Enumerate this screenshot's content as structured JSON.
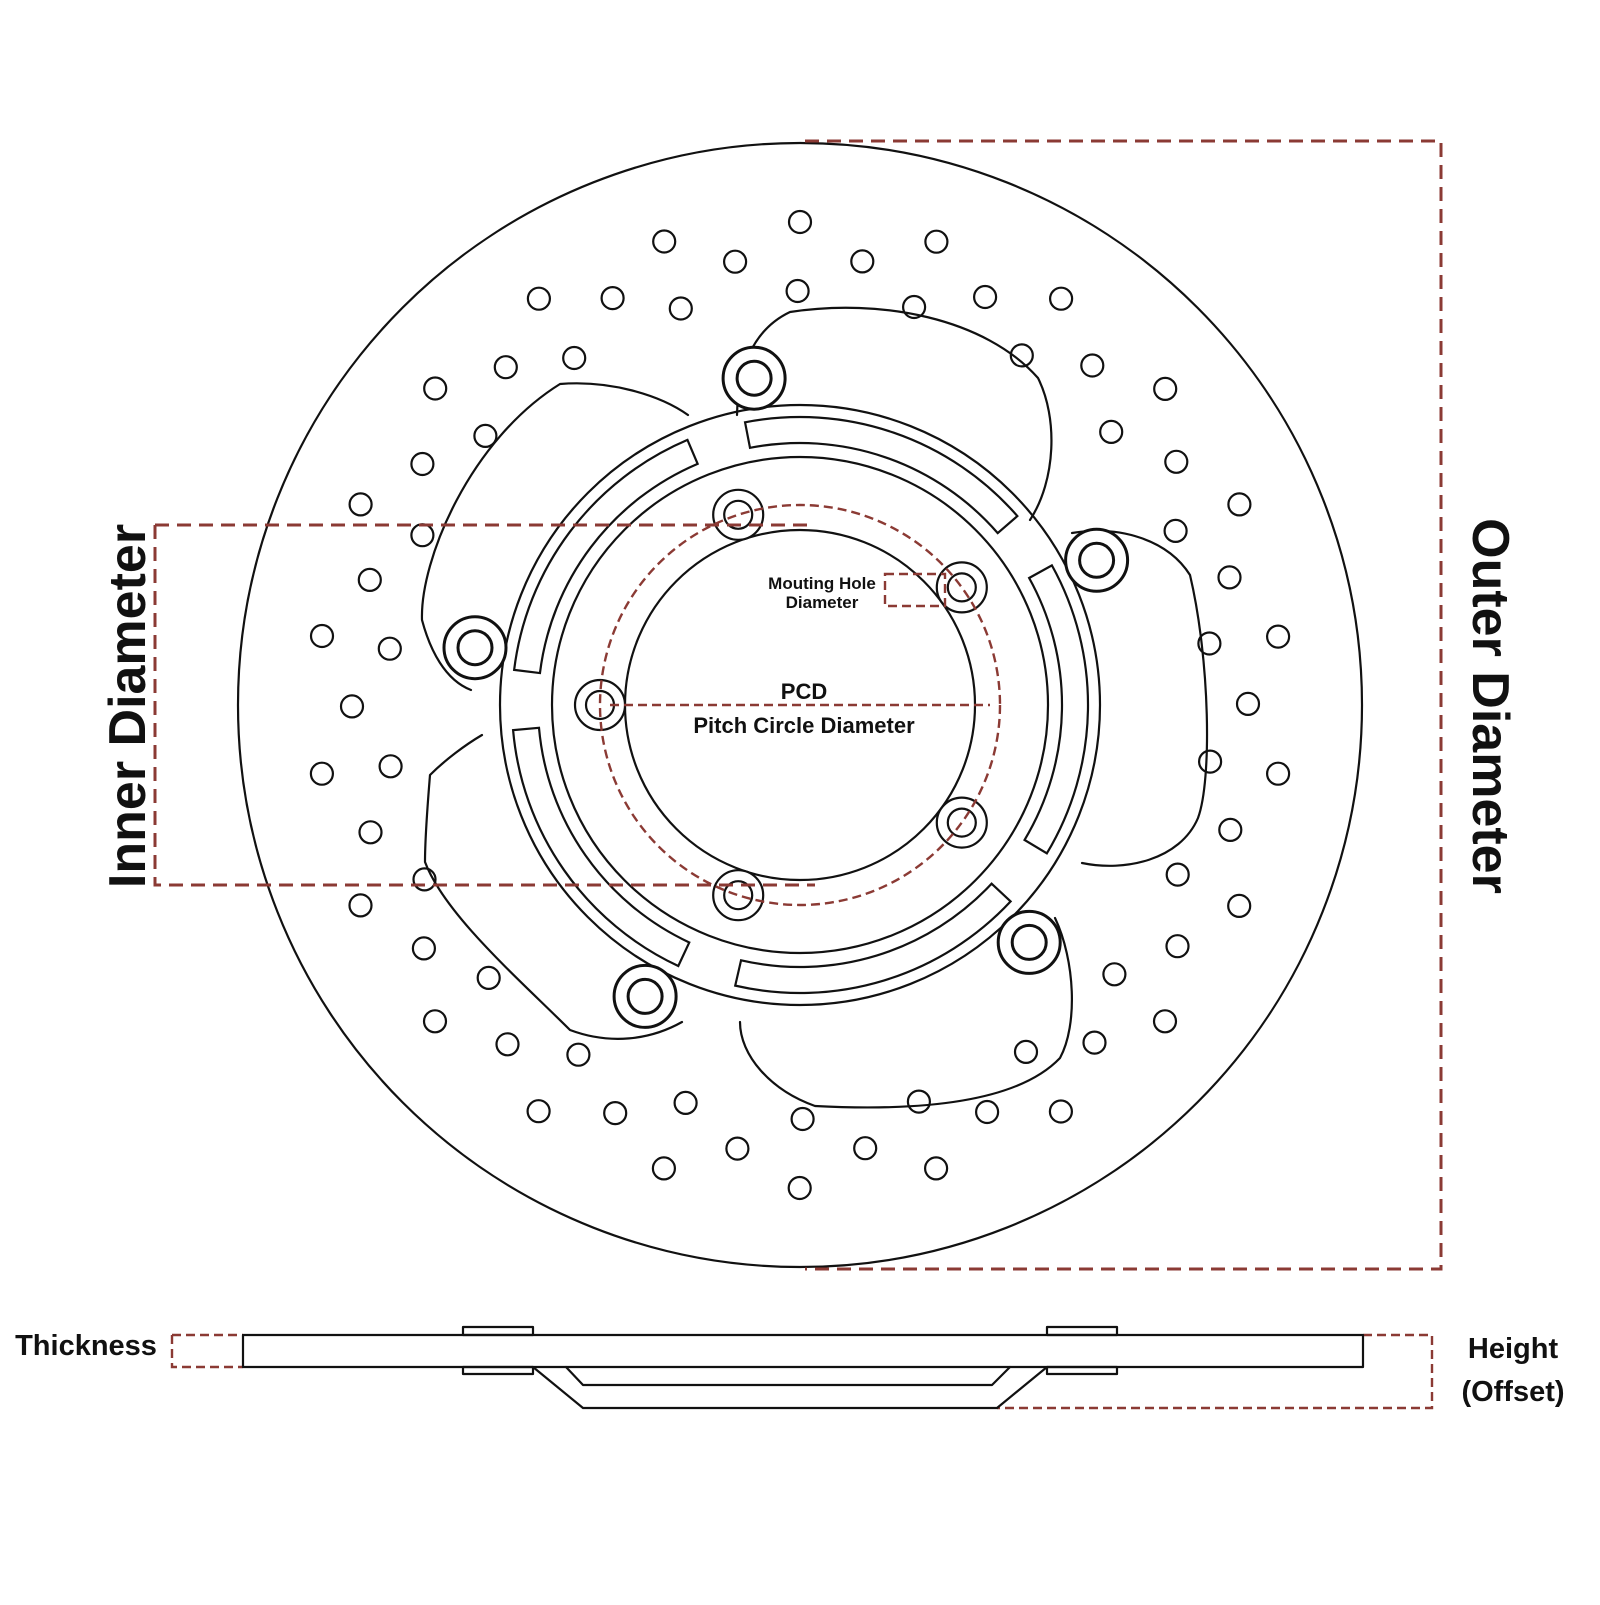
{
  "labels": {
    "outer_diameter": "Outer Diameter",
    "inner_diameter": "Inner Diameter",
    "mounting_hole_line1": "Mouting Hole",
    "mounting_hole_line2": "Diameter",
    "pcd_short": "PCD",
    "pcd_long": "Pitch Circle Diameter",
    "thickness": "Thickness",
    "height_line1": "Height",
    "height_line2": "(Offset)"
  },
  "colors": {
    "line": "#111111",
    "dimension": "#8b3a34",
    "background": "#ffffff"
  }
}
